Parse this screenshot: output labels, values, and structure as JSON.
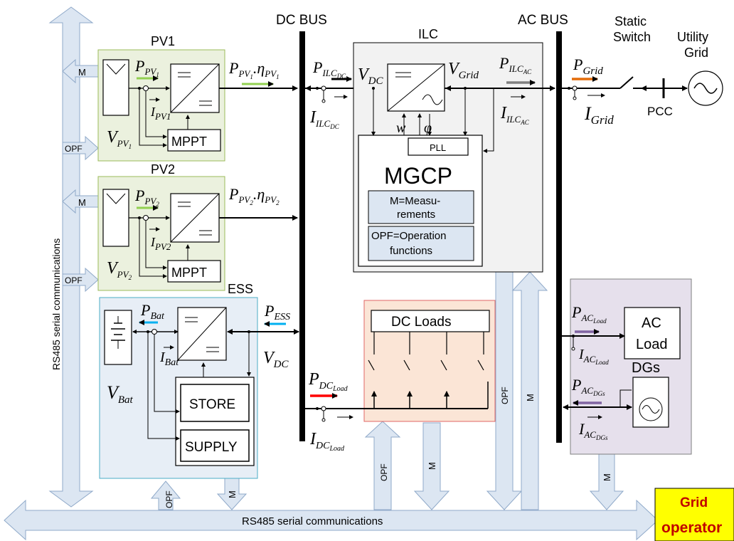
{
  "buses": {
    "dc": "DC BUS",
    "ac": "AC BUS"
  },
  "comms": {
    "bottom": "RS485 serial communications",
    "left": "RS485 serial communications"
  },
  "grid_operator": {
    "line1": "Grid",
    "line2": "operator",
    "bg": "#ffff00"
  },
  "grid": {
    "static_switch_1": "Static",
    "static_switch_2": "Switch",
    "utility_1": "Utility",
    "utility_2": "Grid",
    "pcc": "PCC"
  },
  "pv1": {
    "title": "PV1",
    "mppt": "MPPT",
    "m": "M",
    "opf": "OPF",
    "p_sym": "P",
    "p_sub": "PV",
    "p_subsub": "1",
    "i_sym": "I",
    "i_sub": "PV1",
    "v_sym": "V",
    "v_sub": "PV",
    "v_subsub": "1",
    "bus_p": "P",
    "bus_sub": "PV",
    "bus_subsub": "1",
    "eta": ".η",
    "eta_sub": "PV",
    "eta_subsub": "1"
  },
  "pv2": {
    "title": "PV2",
    "mppt": "MPPT",
    "m": "M",
    "opf": "OPF",
    "p_sym": "P",
    "p_sub": "PV",
    "p_subsub": "2",
    "i_sym": "I",
    "i_sub": "PV2",
    "v_sym": "V",
    "v_sub": "PV",
    "v_subsub": "2",
    "bus_p": "P",
    "bus_sub": "PV",
    "bus_subsub": "2",
    "eta": ".η",
    "eta_sub": "PV",
    "eta_subsub": "2"
  },
  "ilc": {
    "title": "ILC",
    "pll": "PLL",
    "mgcp": "MGCP",
    "m_def_1": "M=Measu-",
    "m_def_2": "rements",
    "opf_def_1": "OPF=Operation",
    "opf_def_2": "functions",
    "w": "w",
    "phi": "φ",
    "vdc": "V",
    "vdc_sub": "DC",
    "vgrid": "V",
    "vgrid_sub": "Grid",
    "opf": "OPF",
    "m": "M"
  },
  "ilc_dc": {
    "p": "P",
    "p_sub": "ILC",
    "p_subsub": "DC",
    "i": "I",
    "i_sub": "ILC",
    "i_subsub": "DC"
  },
  "ilc_ac": {
    "p": "P",
    "p_sub": "ILC",
    "p_subsub": "AC",
    "i": "I",
    "i_sub": "ILC",
    "i_subsub": "AC"
  },
  "grid_flow": {
    "p": "P",
    "p_sub": "Grid",
    "i": "I",
    "i_sub": "Grid"
  },
  "ess": {
    "title": "ESS",
    "store": "STORE",
    "supply": "SUPPLY",
    "p_bat": "P",
    "p_bat_sub": "Bat",
    "i_bat": "I",
    "i_bat_sub": "Bat",
    "v_bat": "V",
    "v_bat_sub": "Bat",
    "p_ess": "P",
    "p_ess_sub": "ESS",
    "v_dc": "V",
    "v_dc_sub": "DC",
    "opf": "OPF",
    "m": "M"
  },
  "dcload": {
    "title": "DC Loads",
    "p": "P",
    "p_sub": "DC",
    "p_subsub": "Load",
    "i": "I",
    "i_sub": "DC",
    "i_subsub": "Load",
    "opf": "OPF",
    "m": "M"
  },
  "acside": {
    "ac_load_1": "AC",
    "ac_load_2": "Load",
    "dgs": "DGs",
    "p_load": "P",
    "p_load_sub": "AC",
    "p_load_subsub": "Load",
    "i_load": "I",
    "i_load_sub": "AC",
    "i_load_subsub": "Load",
    "p_dg": "P",
    "p_dg_sub": "AC",
    "p_dg_subsub": "DGs",
    "i_dg": "I",
    "i_dg_sub": "AC",
    "i_dg_subsub": "DGs",
    "m": "M"
  },
  "colors": {
    "pv_bg": "#ebf1de",
    "pv_border": "#9bbb59",
    "ess_bg": "#e7eef6",
    "ess_border": "#4bacc6",
    "ilc_bg": "#f2f2f2",
    "load_bg": "#fbe5d6",
    "load_border": "#e06666",
    "ac_bg": "#e6e0ec",
    "comm_fill": "#dce6f2",
    "comm_stroke": "#8fa9c9",
    "green": "#92d050",
    "blue": "#00b0f0",
    "red": "#ff0000",
    "orange": "#e46c0a",
    "gray": "#808080",
    "purple": "#8064a2"
  }
}
